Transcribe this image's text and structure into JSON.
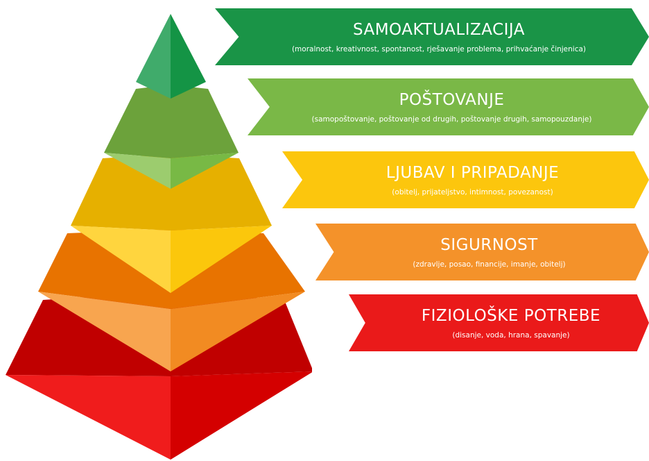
{
  "colors": {
    "tier_1_fiziologija": "#e91a1a",
    "tier_2_sigurnost": "#f28b22",
    "tier_3_ljubav": "#fbc70c",
    "tier_4_postovanje": "#78b945",
    "tier_5_samoaktualizacija": "#1a9447",
    "text": "#ffffff"
  },
  "levels": [
    {
      "title": "SAMOAKTUALIZACIJA",
      "subtitle": "(moralnost, kreativnost, spontanost, rješavanje problema, prihvaćanje činjenica)",
      "color": "#1a9447"
    },
    {
      "title": "POŠTOVANJE",
      "subtitle": "(samopoštovanje, poštovanje od drugih, poštovanje drugih, samopouzdanje)",
      "color": "#7ab847"
    },
    {
      "title": "LJUBAV I PRIPADANJE",
      "subtitle": "(obitelj, prijateljstvo, intimnost, povezanost)",
      "color": "#fcc60d"
    },
    {
      "title": "SIGURNOST",
      "subtitle": "(zdravlje, posao, financije, imanje, obitelj)",
      "color": "#f4922a"
    },
    {
      "title": "FIZIOLOŠKE POTREBE",
      "subtitle": "(disanje, voda, hrana, spavanje)",
      "color": "#ea1a1a"
    }
  ]
}
